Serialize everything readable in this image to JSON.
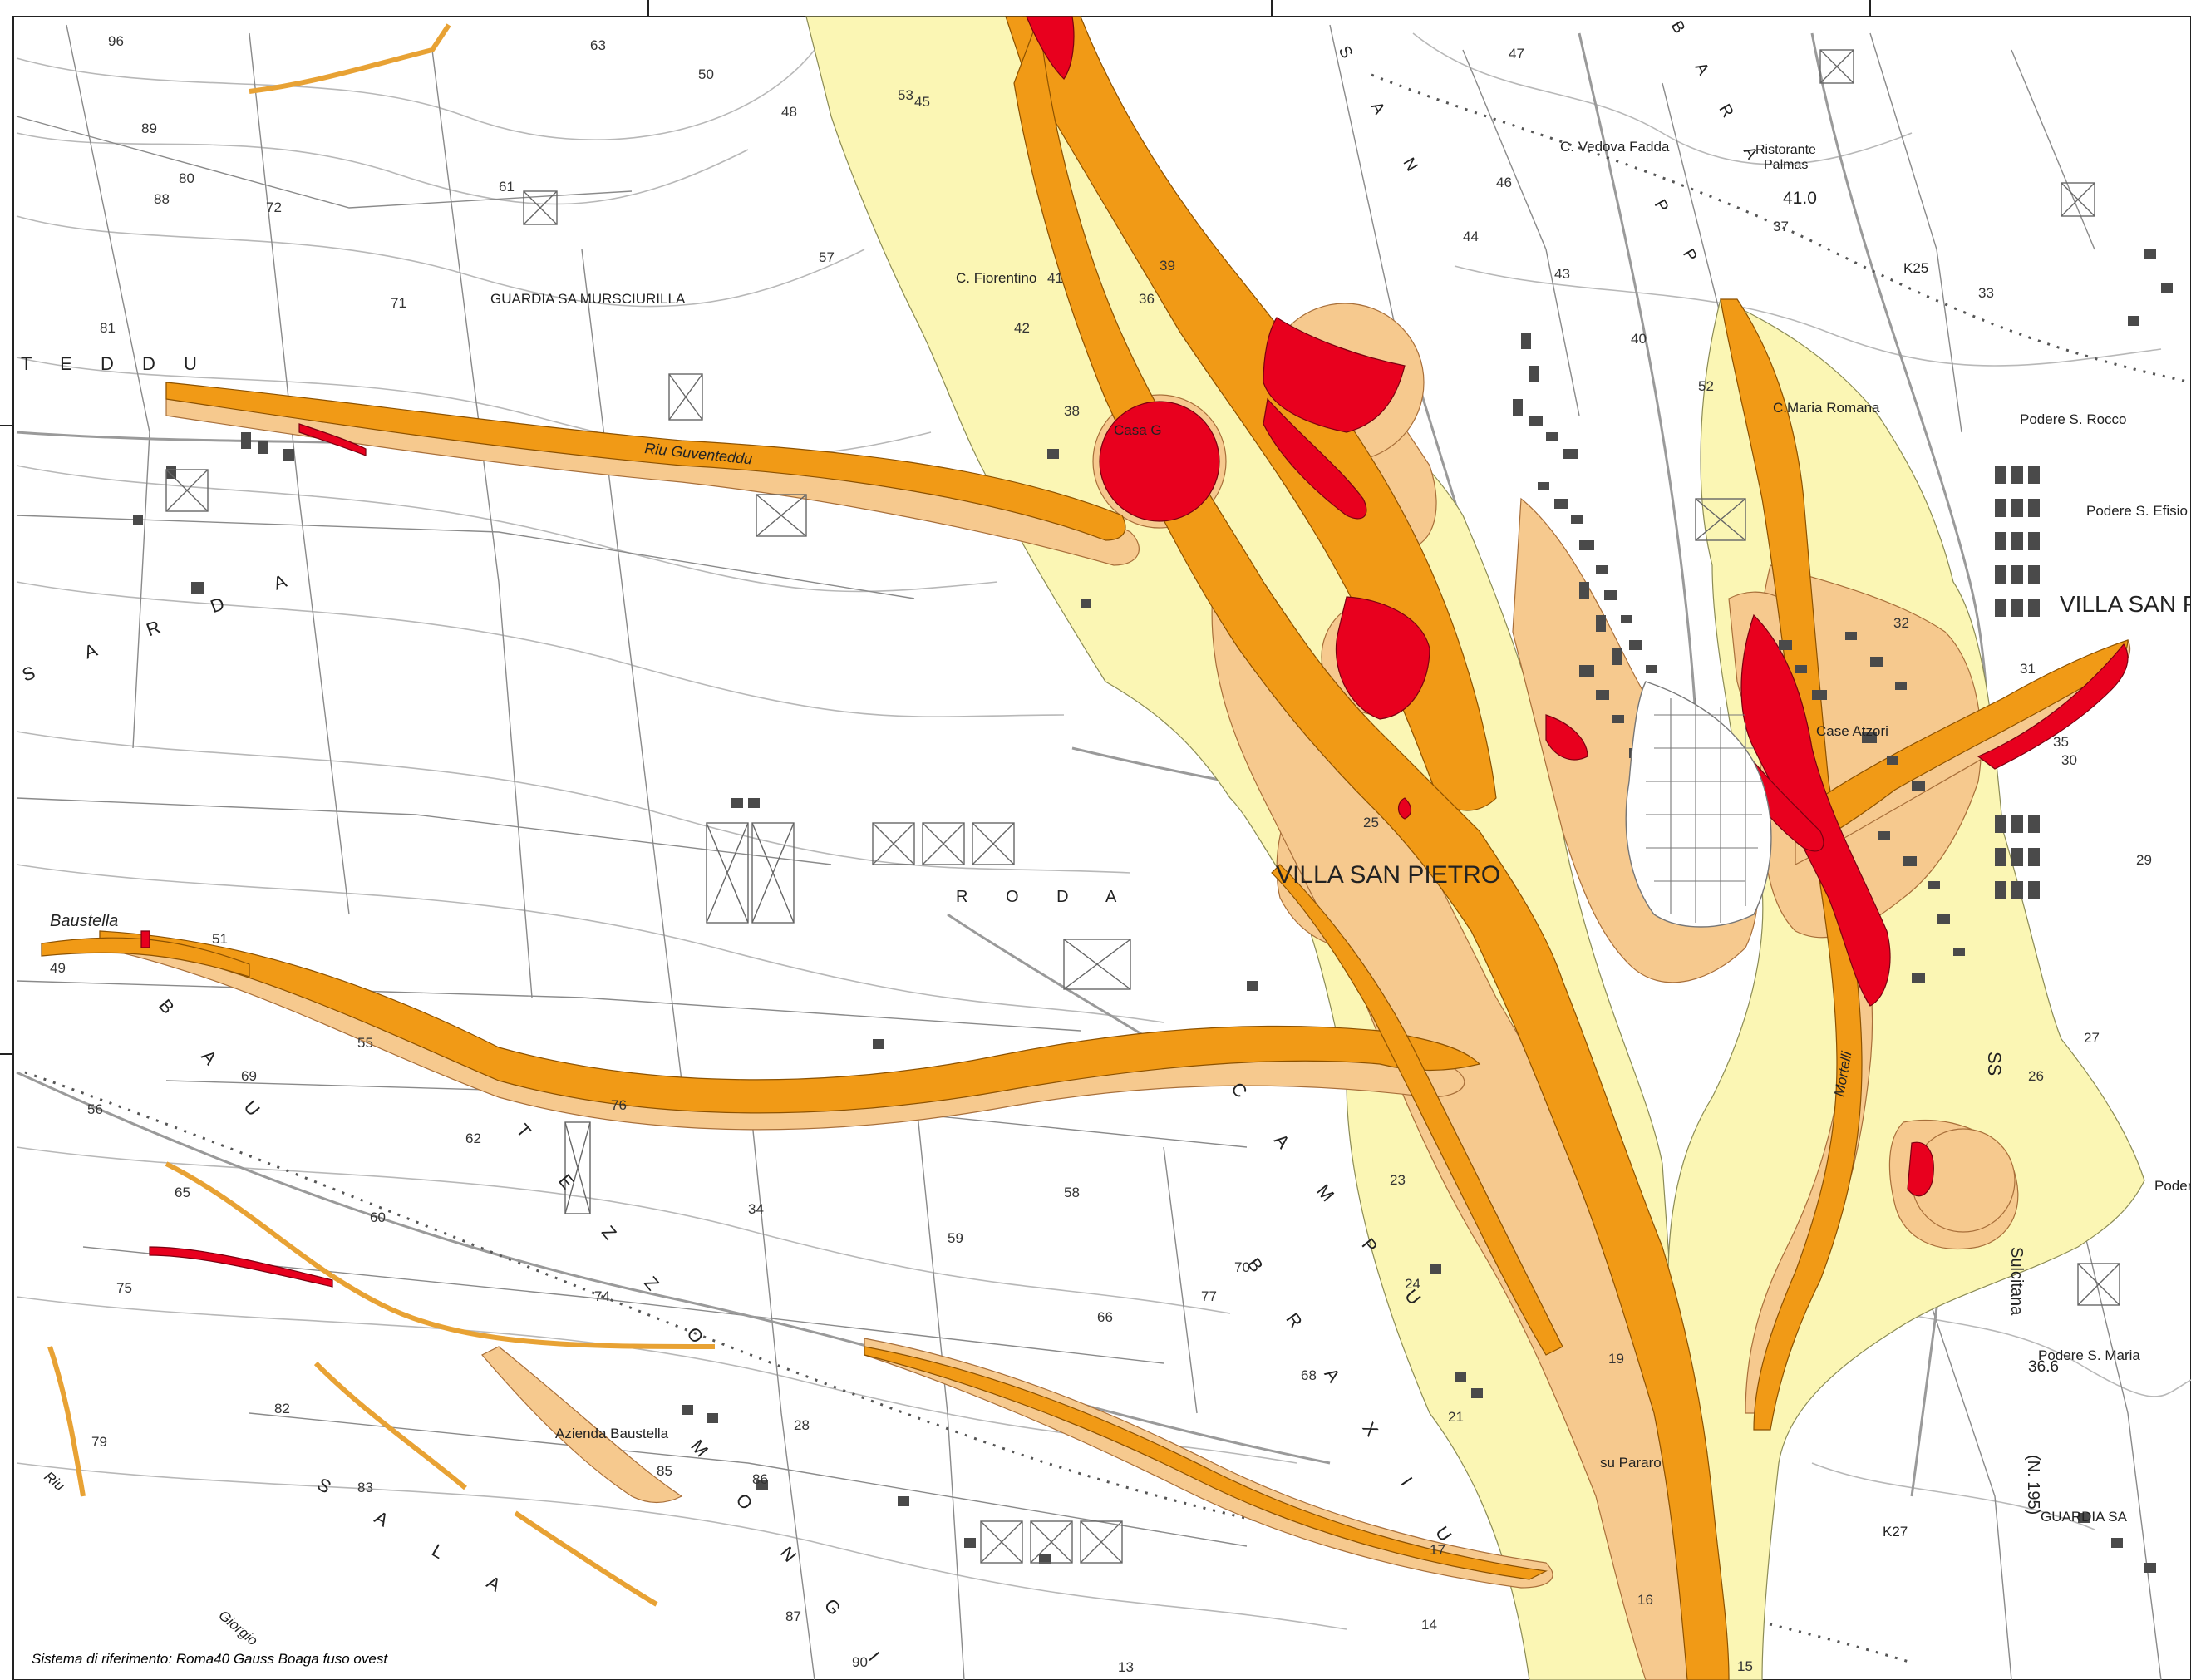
{
  "footer_note": "Sistema di riferimento: Roma40 Gauss Boaga fuso ovest",
  "colors": {
    "paper": "#ffffff",
    "topo_line": "#777777",
    "contour": "#b8b8b8",
    "road": "#999999",
    "building": "#4a4a4a",
    "zone_low": "#fbf6b4",
    "zone_mid_low": "#f6c98e",
    "zone_mid": "#f19a16",
    "zone_high": "#e8001e"
  },
  "labels": {
    "town_main": "VILLA SAN PIETRO",
    "town_east": "VILLA SAN P",
    "place_guardia": "GUARDIA SA MURSCIURILLA",
    "farm_fiorentino": "C. Fiorentino",
    "farm_casa": "Casa G",
    "farm_vedova": "C. Vedova Fadda",
    "ristorante_1": "Ristorante",
    "ristorante_2": "Palmas",
    "maria_romana": "C.Maria Romana",
    "case_atzori": "Case Atzori",
    "podere_rocco": "Podere S. Rocco",
    "podere_efisio": "Podere S. Efisio",
    "podere_maria": "Podere S. Maria",
    "podere_edge": "Poder",
    "guardia_sa": "GUARDIA SA",
    "azienda": "Azienda Baustella",
    "baustella": "Baustella",
    "su_pararo": "su Pararo",
    "riu_guventeddu": "Riu Guventeddu",
    "riu_sw": "Riu",
    "riu_giorgio": "Giorgio",
    "monte_side": "Mortelli",
    "ss_label": "SS",
    "sulcitana": "Sulcitana",
    "n195": "(N. 195)",
    "spot_410": "41.0",
    "spot_366": "36.6",
    "k25": "K25",
    "k27": "K27",
    "tedda": "T E D D U",
    "sarda": "S A R D A",
    "baua": "B A U",
    "campu": "C A M P U",
    "braxiu": "B R A X I U",
    "sala": "S A L A",
    "mongiu": "M O N G I U",
    "tezzo": "T E Z Z O",
    "sarra": "B A R A",
    "pappa": "P P",
    "san": "S A N",
    "rodda": "R O D A",
    "contours": [
      "96",
      "89",
      "88",
      "80",
      "81",
      "72",
      "71",
      "61",
      "63",
      "50",
      "48",
      "57",
      "53",
      "45",
      "42",
      "41",
      "38",
      "39",
      "36",
      "47",
      "46",
      "44",
      "43",
      "37",
      "40",
      "52",
      "33",
      "32",
      "31",
      "35",
      "30",
      "29",
      "27",
      "26",
      "25",
      "24",
      "23",
      "21",
      "19",
      "17",
      "16",
      "15",
      "14",
      "13",
      "28",
      "34",
      "58",
      "59",
      "66",
      "68",
      "70",
      "77",
      "74",
      "76",
      "62",
      "60",
      "55",
      "69",
      "51",
      "49",
      "56",
      "65",
      "75",
      "79",
      "82",
      "83",
      "85",
      "86",
      "87",
      "90"
    ]
  }
}
